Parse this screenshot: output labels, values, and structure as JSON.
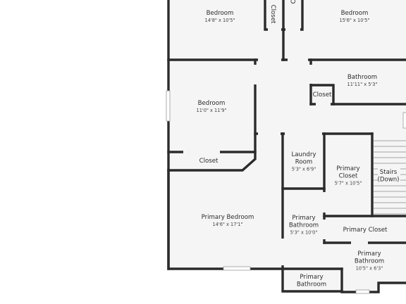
{
  "floorplan": {
    "rooms": [
      {
        "id": "bedroom-top-left",
        "name_lines": [
          "Bedroom"
        ],
        "dims": "14'8\" x 10'5\""
      },
      {
        "id": "closet-top-a",
        "name_lines": [
          "Closet"
        ],
        "dims": ""
      },
      {
        "id": "closet-top-b",
        "name_lines": [
          "Closet"
        ],
        "dims": ""
      },
      {
        "id": "bedroom-top-right",
        "name_lines": [
          "Bedroom"
        ],
        "dims": "15'6\" x 10'5\""
      },
      {
        "id": "bedroom-middle",
        "name_lines": [
          "Bedroom"
        ],
        "dims": "11'0\" x 11'9\""
      },
      {
        "id": "bathroom-upper",
        "name_lines": [
          "Bathroom"
        ],
        "dims": "11'11\" x 5'3\""
      },
      {
        "id": "closet-bath",
        "name_lines": [
          "Closet"
        ],
        "dims": ""
      },
      {
        "id": "closet-middle",
        "name_lines": [
          "Closet"
        ],
        "dims": ""
      },
      {
        "id": "laundry-room",
        "name_lines": [
          "Laundry",
          "Room"
        ],
        "dims": "5'3\" x 6'9\""
      },
      {
        "id": "primary-closet-small",
        "name_lines": [
          "Primary",
          "Closet"
        ],
        "dims": "5'7\" x 10'5\""
      },
      {
        "id": "stairs",
        "name_lines": [
          "Stairs",
          "(Down)"
        ],
        "dims": ""
      },
      {
        "id": "primary-bedroom",
        "name_lines": [
          "Primary Bedroom"
        ],
        "dims": "14'6\" x 17'1\""
      },
      {
        "id": "primary-bathroom-mid",
        "name_lines": [
          "Primary",
          "Bathroom"
        ],
        "dims": "5'3\" x 10'0\""
      },
      {
        "id": "primary-closet-wide",
        "name_lines": [
          "Primary Closet"
        ],
        "dims": ""
      },
      {
        "id": "primary-bathroom-right",
        "name_lines": [
          "Primary",
          "Bathroom"
        ],
        "dims": "10'5\" x 6'3\""
      },
      {
        "id": "primary-bathroom-bottom",
        "name_lines": [
          "Primary",
          "Bathroom"
        ],
        "dims": ""
      }
    ]
  }
}
